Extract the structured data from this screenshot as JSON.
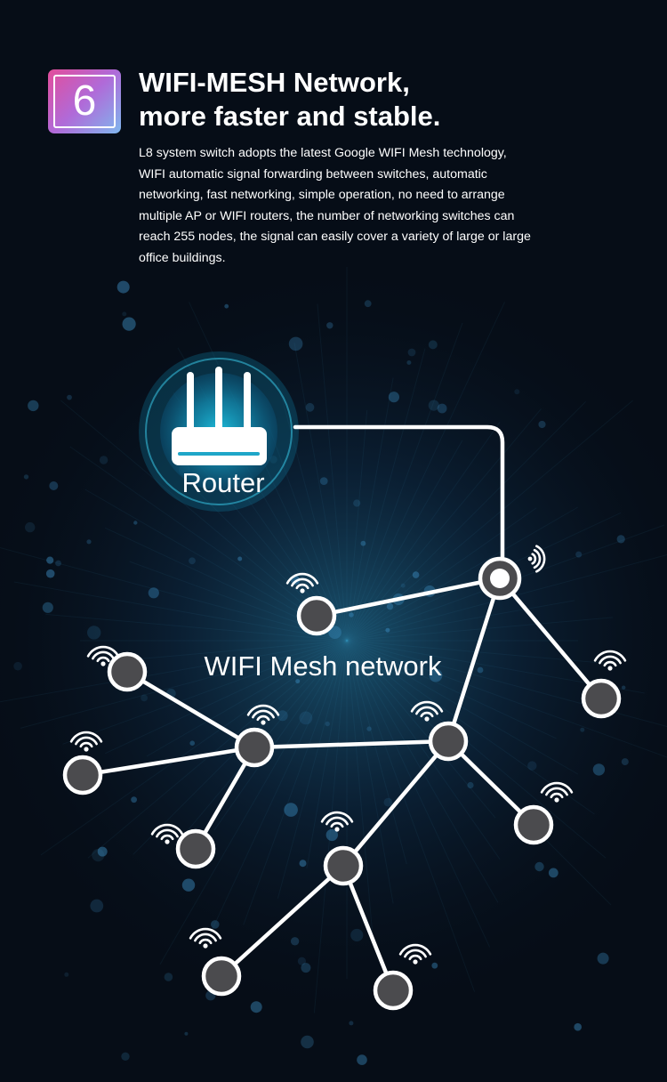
{
  "badge": {
    "number": "6"
  },
  "heading": {
    "line1": "WIFI-MESH Network,",
    "line2": "more faster and stable."
  },
  "description": {
    "lines": [
      "L8 system switch adopts the latest Google WIFI Mesh technology,",
      "WIFI automatic signal forwarding between switches, automatic",
      "networking, fast networking, simple operation, no need to arrange",
      "multiple AP or WIFI routers, the number of networking switches can",
      "reach 255 nodes, the signal can easily cover a variety of large or large",
      "office buildings."
    ]
  },
  "diagram": {
    "router_label": "Router",
    "network_label": "WIFI Mesh network"
  },
  "colors": {
    "background": "#060d17",
    "badge_gradient": [
      "#e34d9b",
      "#b06ad8",
      "#7fb7ee"
    ],
    "node_fill": "#4b4b4e",
    "router_glow": "#1ba9c9"
  }
}
